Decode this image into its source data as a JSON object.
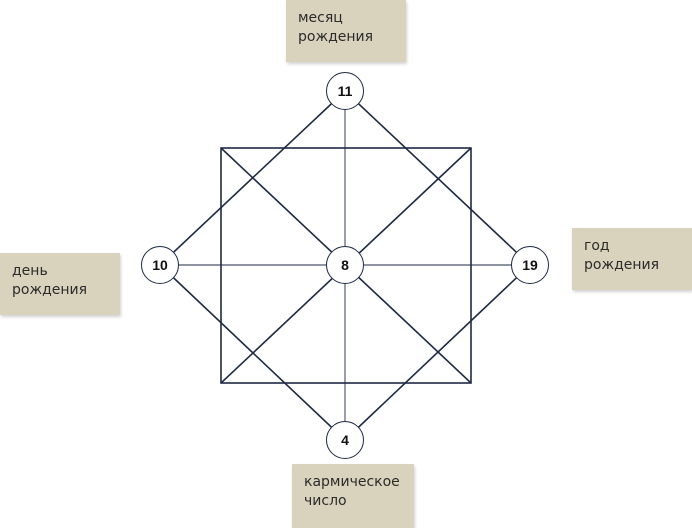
{
  "colors": {
    "line": "#1e2a44",
    "label_bg": "#d9d2bd",
    "node_bg": "#ffffff"
  },
  "nodes": {
    "top": "11",
    "left": "10",
    "center": "8",
    "right": "19",
    "bottom": "4"
  },
  "labels": {
    "top": "месяц\nрождения",
    "left": "день\nрождения",
    "right": "год\nрождения",
    "bottom": "кармическое\nчисло"
  }
}
